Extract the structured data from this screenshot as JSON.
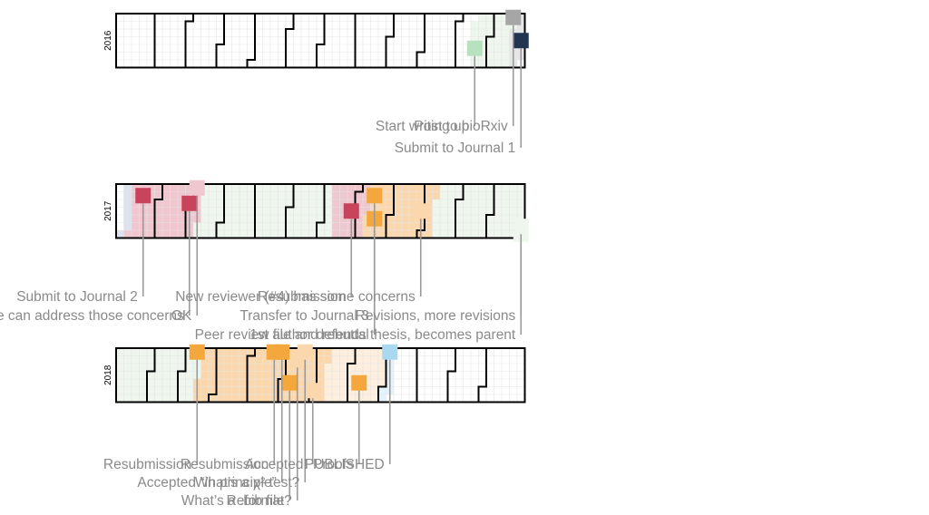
{
  "chart_data": {
    "type": "heatmap",
    "title": "",
    "layout_note": "Calendar heatmap, one row per year, one square per day, month boundaries outlined",
    "years": [
      "2016",
      "2017",
      "2018"
    ],
    "grid": true,
    "colors": {
      "writing": "#b7e1bf",
      "writing_light": "#eef6ee",
      "journal2": "#f0c6cf",
      "journal2_dark": "#c9445a",
      "journal3": "#fbd7ae",
      "journal3_dark": "#f3a73c",
      "journal3_light": "#fdeedd",
      "biorxiv": "#a6a6a6",
      "journal1": "#213550",
      "journal1_light": "#dde2ee",
      "published": "#a9d8f1",
      "annotation": "#8a8a8a"
    },
    "periods": [
      {
        "year": "2016",
        "start": "2016-11-15",
        "end": "2016-12-31",
        "phase": "writing up"
      },
      {
        "year": "2016",
        "start": "2016-12-21",
        "end": "2016-12-31",
        "phase": "bioRxiv"
      },
      {
        "year": "2017",
        "start": "2017-01-01",
        "end": "2017-01-07",
        "phase": "Journal 1"
      },
      {
        "year": "2017",
        "start": "2017-01-08",
        "end": "2017-03-10",
        "phase": "Journal 2"
      },
      {
        "year": "2017",
        "start": "2017-03-11",
        "end": "2017-08-01",
        "phase": "revisions"
      },
      {
        "year": "2017",
        "start": "2017-07-10",
        "end": "2017-08-10",
        "phase": "Journal 2"
      },
      {
        "year": "2017",
        "start": "2017-08-11",
        "end": "2017-10-10",
        "phase": "Journal 3"
      },
      {
        "year": "2017",
        "start": "2017-10-11",
        "end": "2017-12-31",
        "phase": "revisions"
      },
      {
        "year": "2018",
        "start": "2018-01-01",
        "end": "2018-03-15",
        "phase": "revisions"
      },
      {
        "year": "2018",
        "start": "2018-03-16",
        "end": "2018-07-10",
        "phase": "Journal 3"
      },
      {
        "year": "2018",
        "start": "2018-07-11",
        "end": "2018-08-31",
        "phase": "proofs"
      },
      {
        "year": "2018",
        "start": "2018-09-01",
        "end": "2018-09-08",
        "phase": "published"
      }
    ],
    "events": [
      {
        "year": "2016",
        "date": "2016-11-18",
        "label": "Start writing up",
        "color": "#b7e1bf"
      },
      {
        "year": "2016",
        "date": "2016-12-19",
        "label": "Post to bioRxiv",
        "color": "#a6a6a6"
      },
      {
        "year": "2016",
        "date": "2016-12-29",
        "label": "Submit to Journal 1",
        "color": "#213550"
      },
      {
        "year": "2017",
        "date": "2017-01-17",
        "label": "Submit to Journal 2",
        "color": "#c9445a"
      },
      {
        "year": "2017",
        "date": "2017-03-01",
        "label": "We can address those concerns",
        "color": "#c9445a"
      },
      {
        "year": "2017",
        "date": "2017-03-06",
        "label": "OK",
        "color": "#f0c6cf"
      },
      {
        "year": "2017",
        "date": "2017-07-27",
        "label": "Resubmission",
        "color": "#c9445a"
      },
      {
        "year": "2017",
        "date": "2017-08-18",
        "label": "Transfer to Journal 3",
        "color": "#f3a73c"
      },
      {
        "year": "2017",
        "date": "2017-08-15",
        "label": "Peer review file and rebuttal",
        "color": "#f3a73c"
      },
      {
        "year": "2017",
        "date": "2017-09-28",
        "label": "New reviewer (#4) has some concerns",
        "color": "#fbd7ae"
      },
      {
        "year": "2017",
        "date": "2017-12-30",
        "label": "Revisions, more revisions",
        "color": "#eef6ee"
      },
      {
        "year": "2017",
        "date": "2017-12-31",
        "label": "1st author defends thesis, becomes parent",
        "color": "#eef6ee"
      },
      {
        "year": "2018",
        "date": "2018-03-12",
        "label": "Resubmission",
        "color": "#f3a73c"
      },
      {
        "year": "2018",
        "date": "2018-05-21",
        "label": "Resubmission",
        "color": "#f3a73c"
      },
      {
        "year": "2018",
        "date": "2018-05-28",
        "label": "Accepted “in principle”",
        "color": "#f3a73c"
      },
      {
        "year": "2018",
        "date": "2018-06-08",
        "label": "Reformat",
        "color": "#f3a73c"
      },
      {
        "year": "2018",
        "date": "2018-06-12",
        "label": "What’s a .bib file?",
        "color": "#fbd7ae"
      },
      {
        "year": "2018",
        "date": "2018-06-18",
        "label": "What’s a χ² test?",
        "color": "#fbd7ae"
      },
      {
        "year": "2018",
        "date": "2018-06-30",
        "label": "Accepted!",
        "color": "#fbd7ae"
      },
      {
        "year": "2018",
        "date": "2018-08-10",
        "label": "Proofs",
        "color": "#f3a73c"
      },
      {
        "year": "2018",
        "date": "2018-09-03",
        "label": "PUBLISHED",
        "color": "#a9d8f1"
      }
    ]
  }
}
